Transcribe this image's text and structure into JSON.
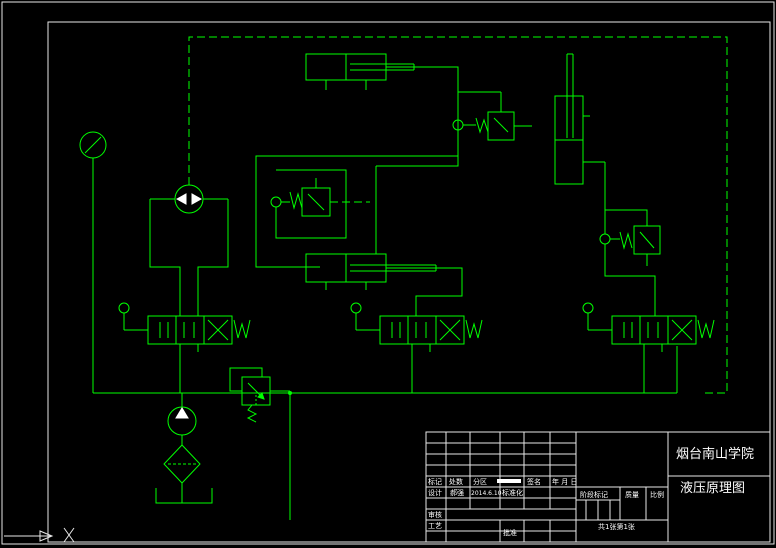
{
  "title_block": {
    "school": "烟台南山学院",
    "drawing_title": "液压原理图",
    "row_mark": "标记",
    "row_count": "处数",
    "row_zone": "分区",
    "row_signature": "签名",
    "row_date": "年 月 日",
    "design": "设计",
    "designer": "郝强",
    "design_date": "2014.6.10",
    "standardize": "标准化",
    "stage_mark": "阶段标记",
    "weight": "质量",
    "scale": "比例",
    "review": "审核",
    "process": "工艺",
    "approve": "批准",
    "sheets": "共1张第1张"
  },
  "colors": {
    "line": "#00ff00",
    "frame": "#e8e8e8",
    "background": "#000000"
  }
}
